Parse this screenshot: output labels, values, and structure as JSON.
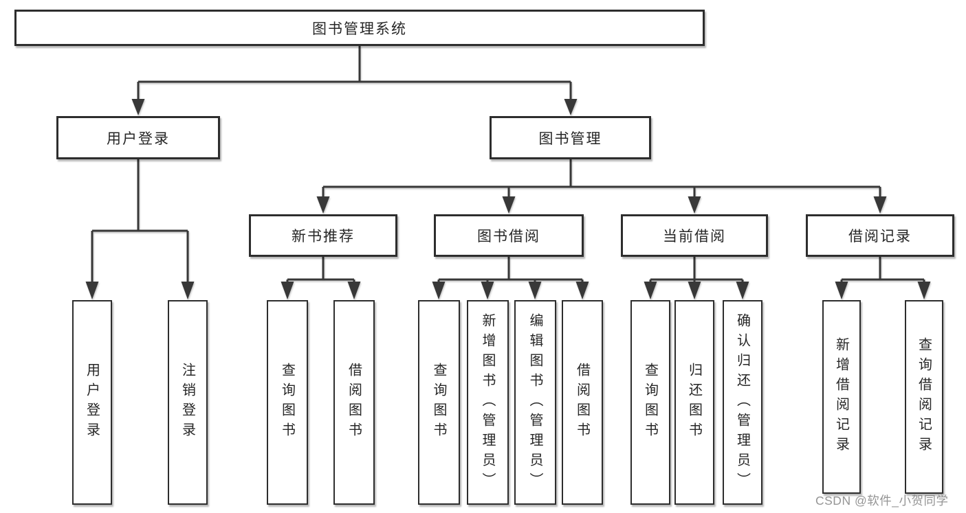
{
  "diagram_type": "hierarchy-tree",
  "tree": {
    "label": "图书管理系统",
    "children": [
      {
        "label": "用户登录",
        "children": [
          {
            "label": "用户登录"
          },
          {
            "label": "注销登录"
          }
        ]
      },
      {
        "label": "图书管理",
        "children": [
          {
            "label": "新书推荐",
            "children": [
              {
                "label": "查询图书"
              },
              {
                "label": "借阅图书"
              }
            ]
          },
          {
            "label": "图书借阅",
            "children": [
              {
                "label": "查询图书"
              },
              {
                "label": "新增图书（管理员）"
              },
              {
                "label": "编辑图书（管理员）"
              },
              {
                "label": "借阅图书"
              }
            ]
          },
          {
            "label": "当前借阅",
            "children": [
              {
                "label": "查询图书"
              },
              {
                "label": "归还图书"
              },
              {
                "label": "确认归还（管理员）"
              }
            ]
          },
          {
            "label": "借阅记录",
            "children": [
              {
                "label": "新增借阅记录"
              },
              {
                "label": "查询借阅记录"
              }
            ]
          }
        ]
      }
    ]
  },
  "watermark": {
    "text": "CSDN @软件_小贺同学"
  },
  "colors": {
    "background": "#ffffff",
    "line": "#383838",
    "box_border": "#2d2d2d",
    "text": "#262626",
    "watermark": "#8c8c8c"
  }
}
